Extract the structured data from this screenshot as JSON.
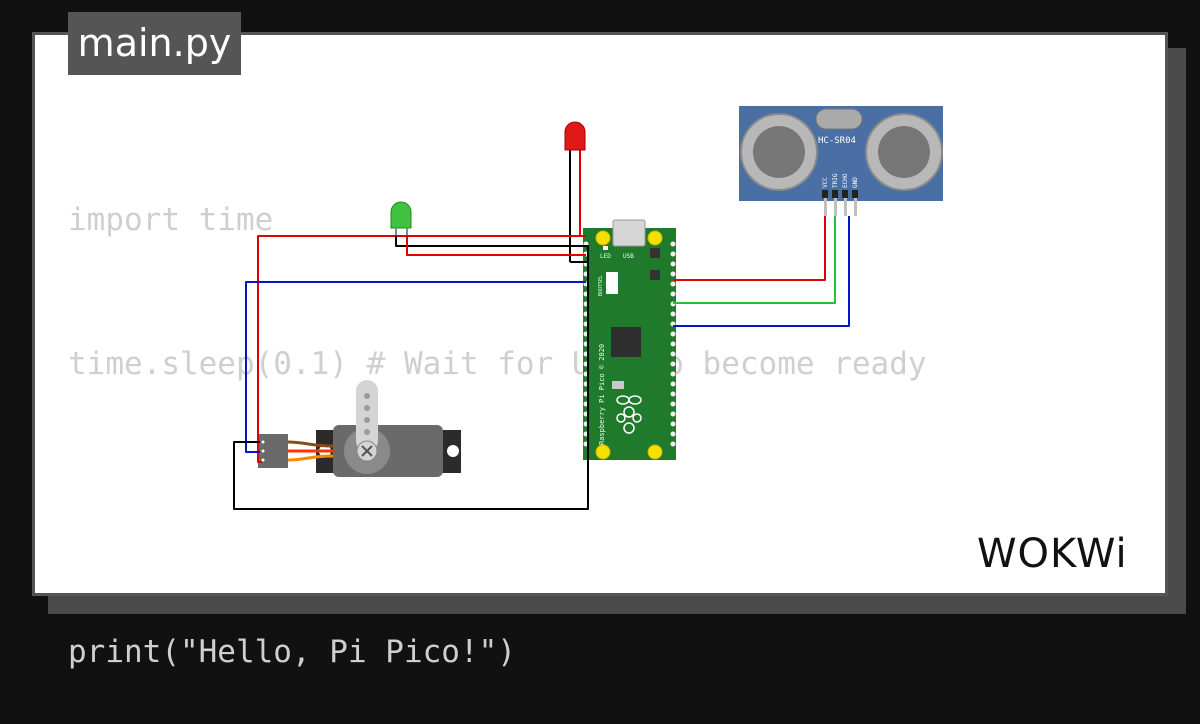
{
  "editor": {
    "file_tab": "main.py",
    "code_lines": [
      "import time",
      "time.sleep(0.1) # Wait for USB to become ready",
      "",
      "print(\"Hello, Pi Pico!\")"
    ]
  },
  "parts": {
    "pico_labels": {
      "led": "LED",
      "usb": "USB",
      "bootsel": "BOOTSEL",
      "board_name": "Raspberry Pi Pico © 2020"
    },
    "sensor": {
      "model": "HC-SR04",
      "pins": [
        "VCC",
        "TRIG",
        "ECHO",
        "GND"
      ]
    }
  },
  "brand": {
    "logo_text": "WOKWi"
  },
  "colors": {
    "background": "#111111",
    "canvas": "#ffffff",
    "pico_green": "#1f7a2c",
    "sensor_blue": "#4a6fa5",
    "wire_red": "#e00000",
    "wire_blue": "#0016c8",
    "wire_green": "#22c03a",
    "wire_black": "#000000",
    "servo_wire_orange": "#ff8800"
  }
}
